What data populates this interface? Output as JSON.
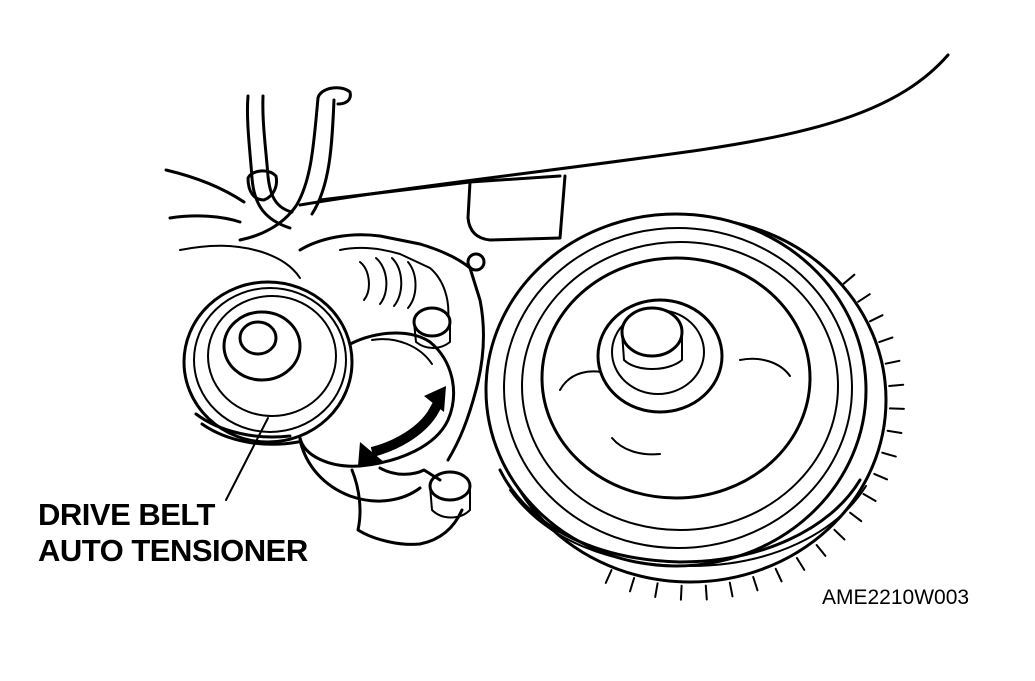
{
  "callout": {
    "line1": "DRIVE BELT",
    "line2": "AUTO TENSIONER"
  },
  "figure_code": "AME2210W003",
  "colors": {
    "ink": "#000000",
    "paper": "#ffffff"
  }
}
